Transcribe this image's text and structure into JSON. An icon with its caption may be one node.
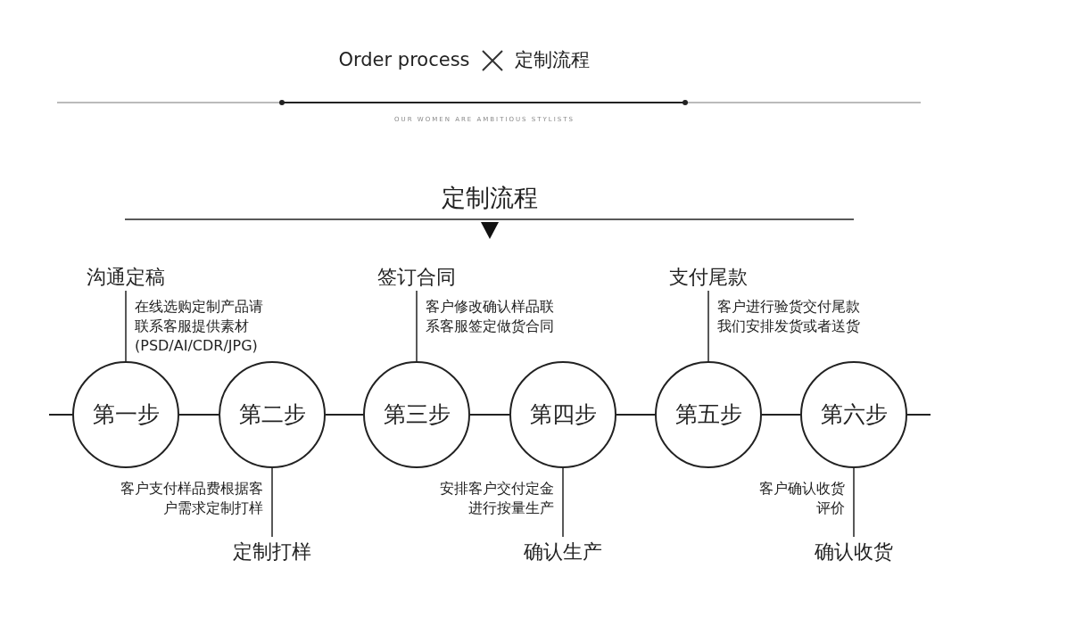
{
  "diagram": {
    "title": "Order process",
    "nodes": [
      {
        "text": [
          "第一步"
        ]
      },
      {
        "text": [
          "第二步"
        ]
      },
      {
        "text": [
          "第三步"
        ]
      },
      {
        "text": [
          "第四步"
        ]
      },
      {
        "text": [
          "第五步"
        ]
      },
      {
        "text": [
          "第六步"
        ]
      },
      {
        "text": [
          "沟通定稿"
        ],
        "beside": [
          "在线选购定制产品请联系客服提供素材(PSD/AI/CDR/JPG)"
        ]
      },
      {
        "text": [
          "定制打样"
        ]
      },
      {
        "text": [
          "签订合同"
        ],
        "beside": [
          "客户修改确认样品联系客服签定做货合同"
        ]
      },
      {
        "text": [
          "确认生产"
        ]
      },
      {
        "text": [
          "支付尾款"
        ],
        "beside": [
          "客户进行验货交付尾款我们安排发货或者送货"
        ]
      },
      {
        "text": [
          "确认收货"
        ]
      }
    ],
    "edges": [
      {
        "from": null,
        "to": 0,
        "arrow": "none"
      },
      {
        "from": 0,
        "to": 1,
        "arrow": "none"
      },
      {
        "from": 1,
        "to": 2,
        "arrow": "none"
      },
      {
        "from": 2,
        "to": 3,
        "arrow": "none"
      },
      {
        "from": 3,
        "to": 4,
        "arrow": "none"
      },
      {
        "from": 4,
        "to": 5,
        "arrow": "none"
      },
      {
        "from": 5,
        "to": null,
        "arrow": "none"
      },
      {
        "from": 0,
        "to": 6,
        "arrow": "none"
      },
      {
        "from": 1,
        "to": 7,
        "arrow": "none"
      },
      {
        "from": 2,
        "to": 8,
        "arrow": "none"
      },
      {
        "from": 3,
        "to": 9,
        "arrow": "none"
      },
      {
        "from": 4,
        "to": 10,
        "arrow": "none"
      },
      {
        "from": 5,
        "to": 11,
        "arrow": "none"
      }
    ],
    "labels": [
      "定制流程",
      "OUR WOMEN ARE AMBITIOUS STYLISTS",
      "定制流程",
      "客户支付样品费根据客户需求定制打样",
      "安排客户交付定金进行按量生产",
      "客户确认收货评价"
    ]
  }
}
